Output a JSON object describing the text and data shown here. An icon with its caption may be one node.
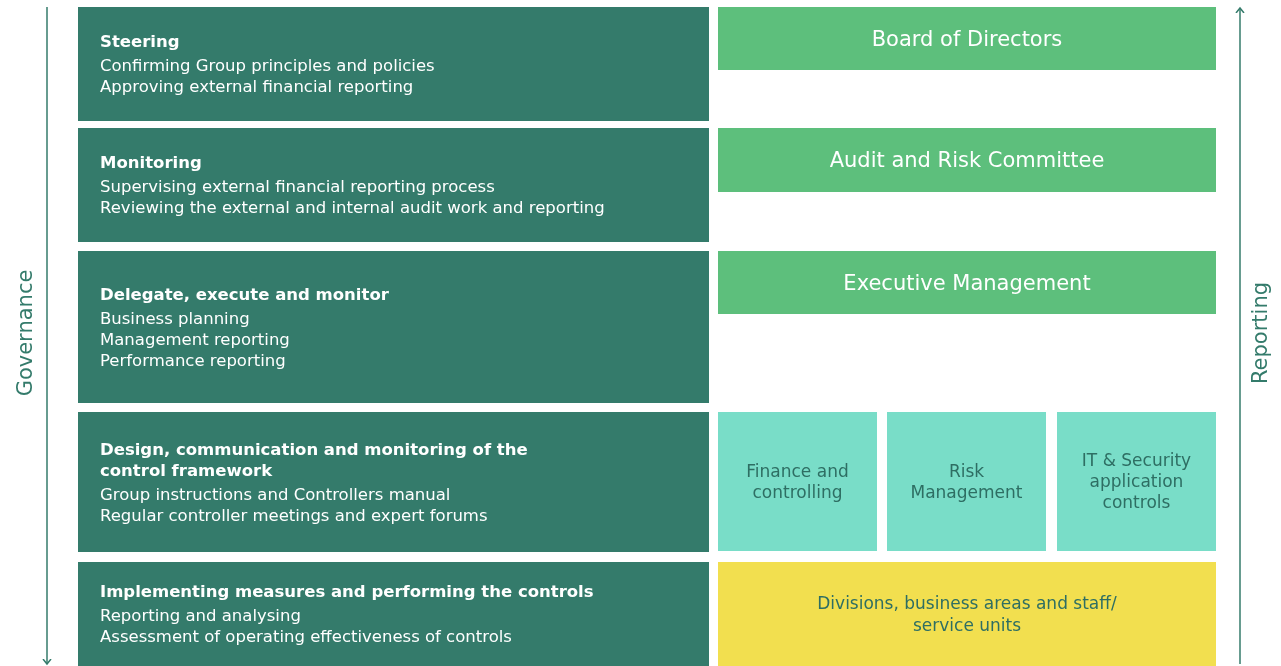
{
  "diagram": {
    "nodes": [
      {
        "text": [
          "Steering",
          "Confirming Group principles and policies",
          "Approving external financial reporting"
        ]
      },
      {
        "text": [
          "Monitoring",
          "Supervising external financial reporting process",
          "Reviewing the external and internal audit work and reporting"
        ]
      },
      {
        "text": [
          "Delegate, execute and monitor",
          "Business planning",
          "Management reporting",
          "Performance reporting"
        ]
      },
      {
        "text": [
          "Design, communication and monitoring of the control framework",
          "Group instructions and Controllers manual",
          "Regular controller meetings and expert forums"
        ]
      },
      {
        "text": [
          "Implementing measures and performing the controls",
          "Reporting and analysing",
          "Assessment of operating effectiveness of controls"
        ]
      },
      {
        "text": [
          "Board of Directors"
        ]
      },
      {
        "text": [
          "Audit and Risk Committee"
        ]
      },
      {
        "text": [
          "Executive Management"
        ]
      },
      {
        "text": [
          "Finance and controlling"
        ]
      },
      {
        "text": [
          "Risk Management"
        ]
      },
      {
        "text": [
          "IT & Security application controls"
        ]
      },
      {
        "text": [
          "Divisions, business areas and staff/ service units"
        ]
      }
    ],
    "labels": [
      "Governance",
      "Reporting"
    ]
  }
}
